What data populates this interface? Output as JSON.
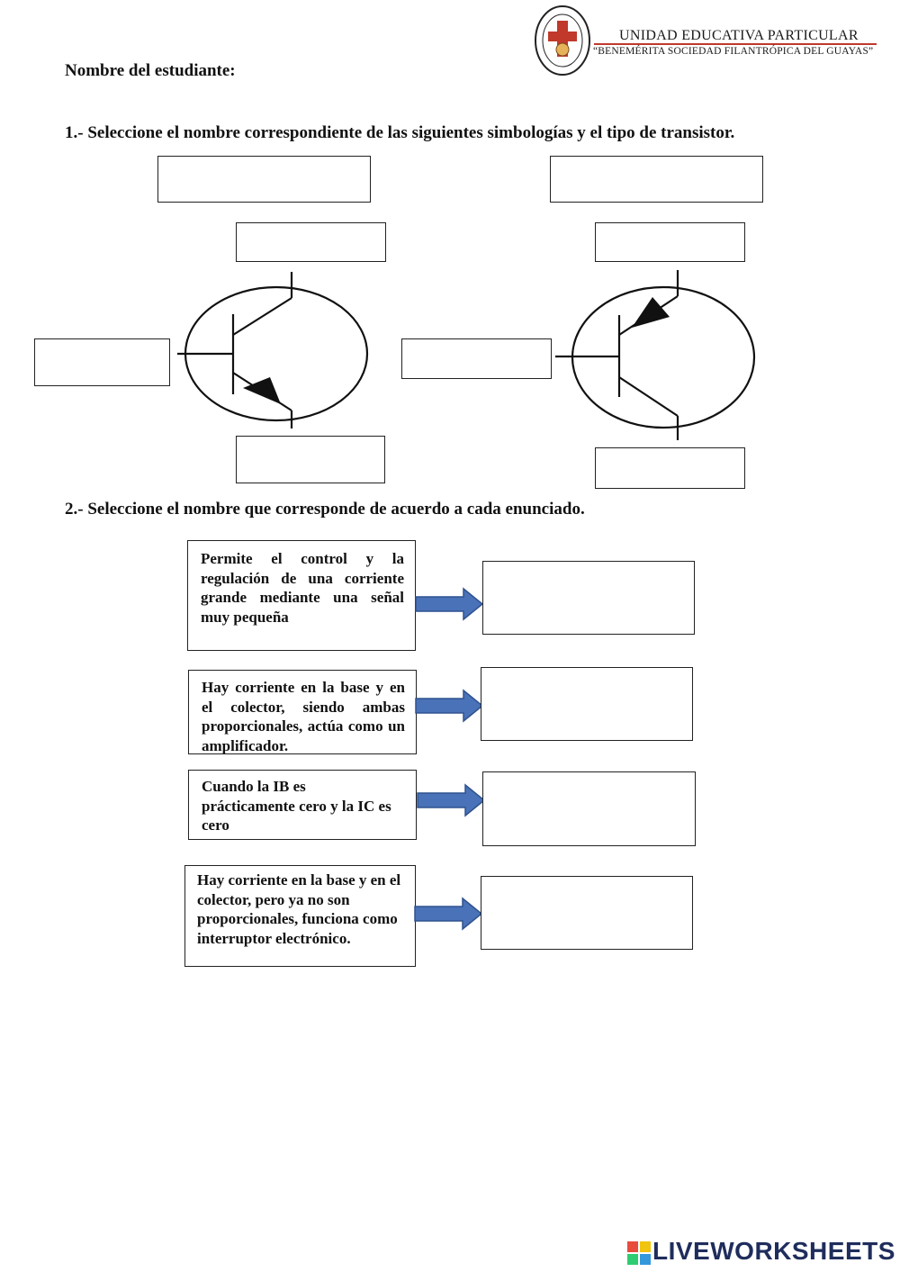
{
  "header": {
    "school_line1": "UNIDAD EDUCATIVA PARTICULAR",
    "school_line2": "“BENEMÉRITA SOCIEDAD FILANTRÓPICA DEL GUAYAS”"
  },
  "student_label": "Nombre del estudiante:",
  "question1": {
    "text": "1.- Seleccione el nombre correspondiente de las siguientes simbologías y el tipo de transistor."
  },
  "question2": {
    "text": "2.- Seleccione el nombre que corresponde de acuerdo a cada enunciado.",
    "statements": [
      "Permite el control y la regulación de una corriente grande mediante una señal muy pequeña",
      "Hay corriente en la base y en el colector, siendo ambas proporcionales, actúa como un amplificador.",
      "Cuando la IB es prácticamente cero y la IC es cero",
      "Hay corriente en la base y en el colector, pero ya no son proporcionales, funciona como interruptor electrónico."
    ]
  },
  "footer": {
    "brand": "LIVEWORKSHEETS"
  },
  "colors": {
    "arrow_fill": "#4a72b8",
    "arrow_stroke": "#2f528f",
    "brand": "#1f2d5c",
    "header_rule": "#c0392b"
  },
  "icons": [
    "school-seal-icon",
    "npn-transistor-symbol",
    "pnp-transistor-symbol",
    "right-arrow-icon",
    "liveworksheets-logo-icon"
  ]
}
